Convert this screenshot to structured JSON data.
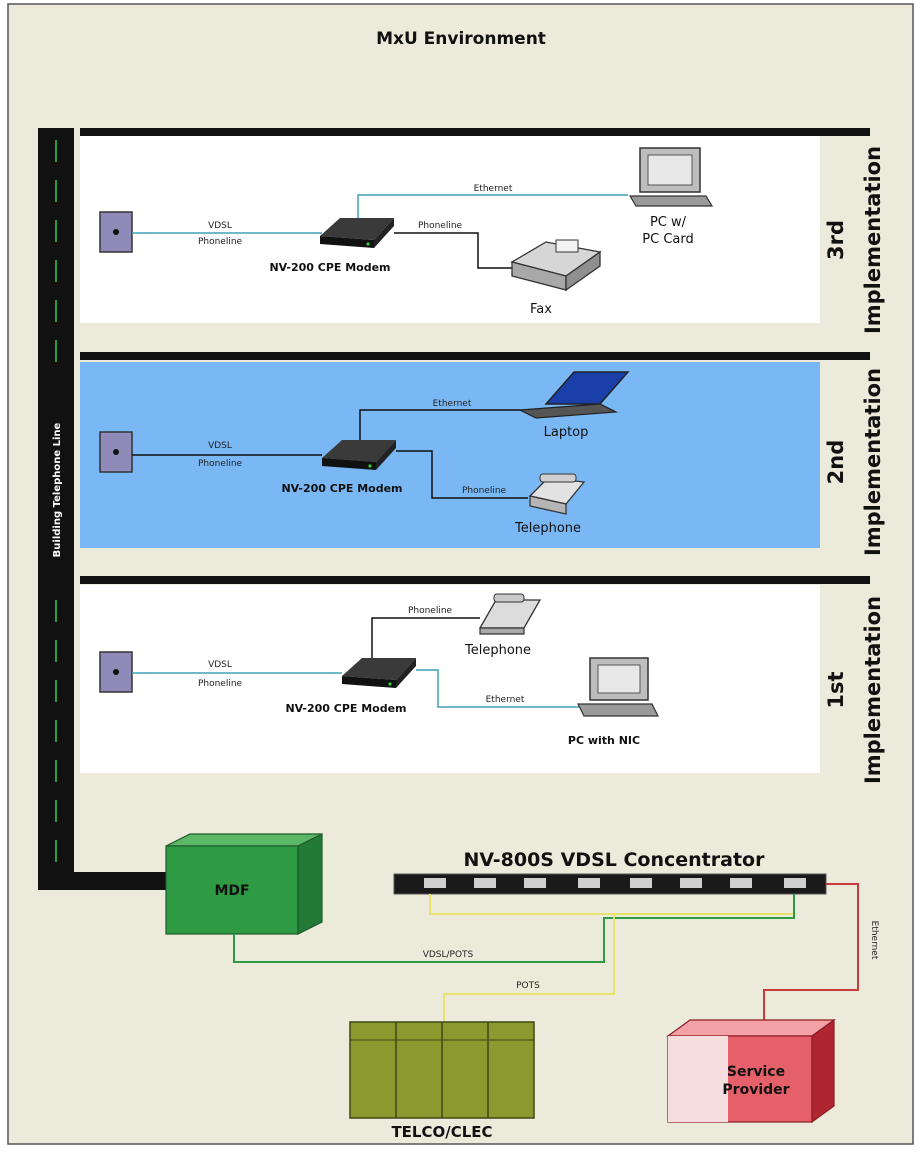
{
  "diagram": {
    "title": "MxU Environment",
    "building_line_label": "Building Telephone Line",
    "colors": {
      "background": "#ecebdb",
      "panel_white": "#ffffff",
      "panel_blue": "#7ab8f5",
      "mdf_green": "#2e9a44",
      "telco_olive": "#8a9a2e",
      "provider_red": "#d9303c",
      "vdsl_line": "#3fa0b8",
      "pots_line": "#e8e26a",
      "ethernet_line": "#c93a3a"
    },
    "implementations": [
      {
        "number": "3rd",
        "word": "Implementation",
        "wire_vdsl": "VDSL",
        "wire_phoneline": "Phoneline",
        "modem": "NV-200 CPE Modem",
        "top_wire": "Ethernet",
        "bottom_wire": "Phoneline",
        "top_device_line1": "PC w/",
        "top_device_line2": "PC Card",
        "bottom_device": "Fax"
      },
      {
        "number": "2nd",
        "word": "Implementation",
        "wire_vdsl": "VDSL",
        "wire_phoneline": "Phoneline",
        "modem": "NV-200 CPE Modem",
        "top_wire": "Ethernet",
        "bottom_wire": "Phoneline",
        "top_device": "Laptop",
        "bottom_device": "Telephone"
      },
      {
        "number": "1st",
        "word": "Implementation",
        "wire_vdsl": "VDSL",
        "wire_phoneline": "Phoneline",
        "modem": "NV-200 CPE Modem",
        "top_wire": "Phoneline",
        "bottom_wire": "Ethernet",
        "top_device": "Telephone",
        "bottom_device": "PC with NIC"
      }
    ],
    "mdf": "MDF",
    "concentrator": "NV-800S VDSL Concentrator",
    "link_vdsl_pots": "VDSL/POTS",
    "link_pots": "POTS",
    "link_ethernet": "Ethernet",
    "telco": "TELCO/CLEC",
    "provider_line1": "Service",
    "provider_line2": "Provider"
  }
}
